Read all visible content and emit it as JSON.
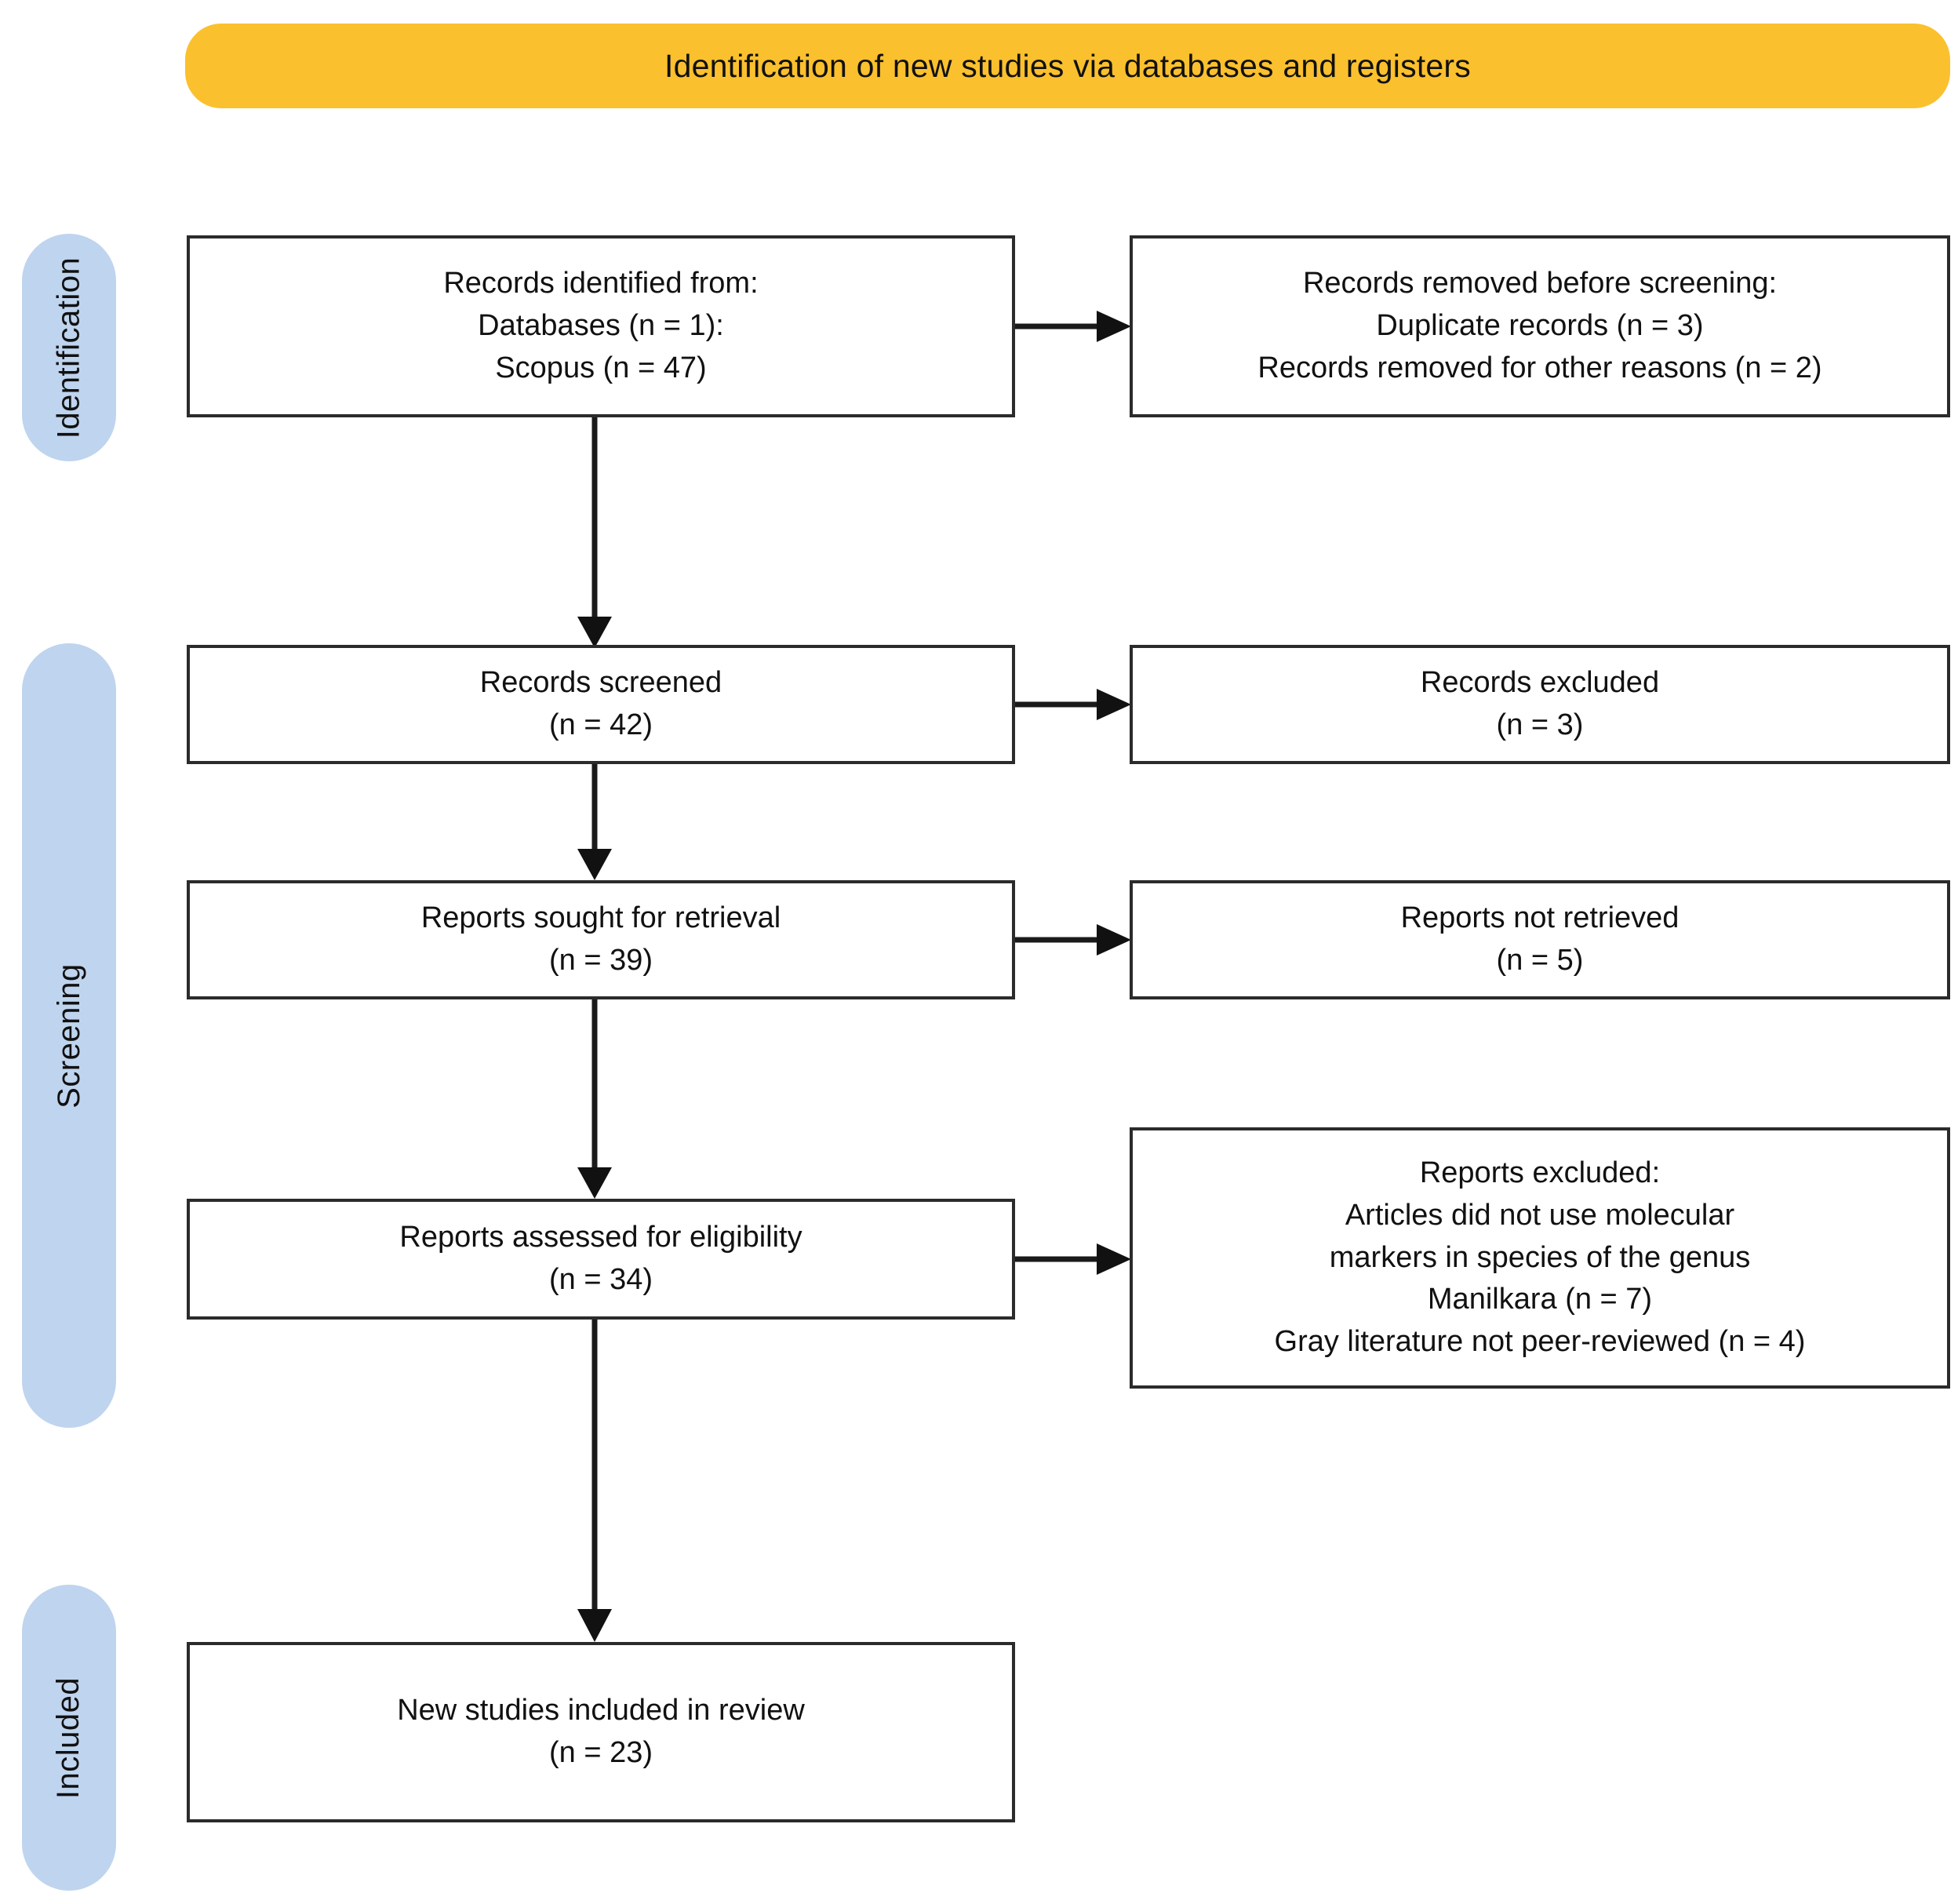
{
  "banner": {
    "title": "Identification of new studies via databases and registers",
    "color": "#fbc02d"
  },
  "stages": [
    {
      "key": "identification",
      "label": "Identification",
      "color": "#bfd4ee"
    },
    {
      "key": "screening",
      "label": "Screening",
      "color": "#bfd4ee"
    },
    {
      "key": "included",
      "label": "Included",
      "color": "#bfd4ee"
    }
  ],
  "boxes": {
    "identified": {
      "name": "records-identified-from",
      "lines": [
        "Records identified from:",
        "Databases (n = 1):",
        "Scopus (n = 47)"
      ]
    },
    "removed": {
      "name": "records-removed-before-screening",
      "lines": [
        "Records removed before screening:",
        "Duplicate records (n = 3)",
        "Records removed for other reasons (n = 2)"
      ]
    },
    "screened": {
      "name": "records-screened",
      "lines": [
        "Records screened",
        "(n = 42)"
      ]
    },
    "records_excluded": {
      "name": "records-excluded",
      "lines": [
        "Records excluded",
        "(n = 3)"
      ]
    },
    "sought": {
      "name": "reports-sought-for-retrieval",
      "lines": [
        "Reports sought for retrieval",
        "(n = 39)"
      ]
    },
    "not_retrieved": {
      "name": "reports-not-retrieved",
      "lines": [
        "Reports not retrieved",
        "(n = 5)"
      ]
    },
    "assessed": {
      "name": "reports-assessed-for-eligibility",
      "lines": [
        "Reports assessed for eligibility",
        "(n = 34)"
      ]
    },
    "reports_excluded": {
      "name": "reports-excluded",
      "lines": [
        "Reports excluded:",
        "Articles did not use molecular",
        "markers in species of the genus",
        "Manilkara (n = 7)",
        "Gray literature not peer-reviewed (n = 4)"
      ]
    },
    "included": {
      "name": "new-studies-included-in-review",
      "lines": [
        "New studies included in review",
        "(n = 23)"
      ]
    }
  },
  "counts": {
    "databases": 1,
    "scopus": 47,
    "duplicate_records": 3,
    "removed_other_reasons": 2,
    "records_screened": 42,
    "records_excluded": 3,
    "reports_sought": 39,
    "reports_not_retrieved": 5,
    "reports_assessed": 34,
    "excluded_no_molecular_markers": 7,
    "excluded_gray_literature": 4,
    "new_studies_included": 23
  },
  "theme": {
    "box_border": "#2b2b2b",
    "arrow_color": "#1a1a1a",
    "background": "#ffffff"
  }
}
